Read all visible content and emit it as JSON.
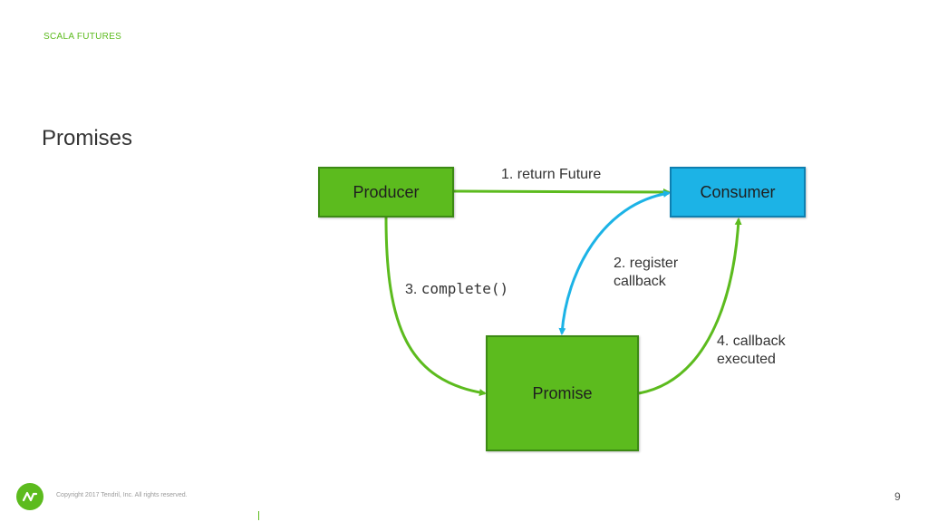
{
  "header": {
    "section": "SCALA FUTURES"
  },
  "slide": {
    "title": "Promises"
  },
  "diagram": {
    "nodes": {
      "producer": "Producer",
      "consumer": "Consumer",
      "promise": "Promise"
    },
    "edges": {
      "return_future": "1. return Future",
      "register_line1": "2. register",
      "register_line2": "callback",
      "complete_prefix": "3.",
      "complete_code": "complete()",
      "executed_line1": "4. callback",
      "executed_line2": "executed"
    },
    "colors": {
      "green": "#5cbb1e",
      "blue": "#1cb3e6"
    }
  },
  "footer": {
    "logo_icon": "tendril-logo-icon",
    "copyright": "Copyright 2017 Tendril, Inc. All rights reserved.",
    "page_number": "9"
  }
}
